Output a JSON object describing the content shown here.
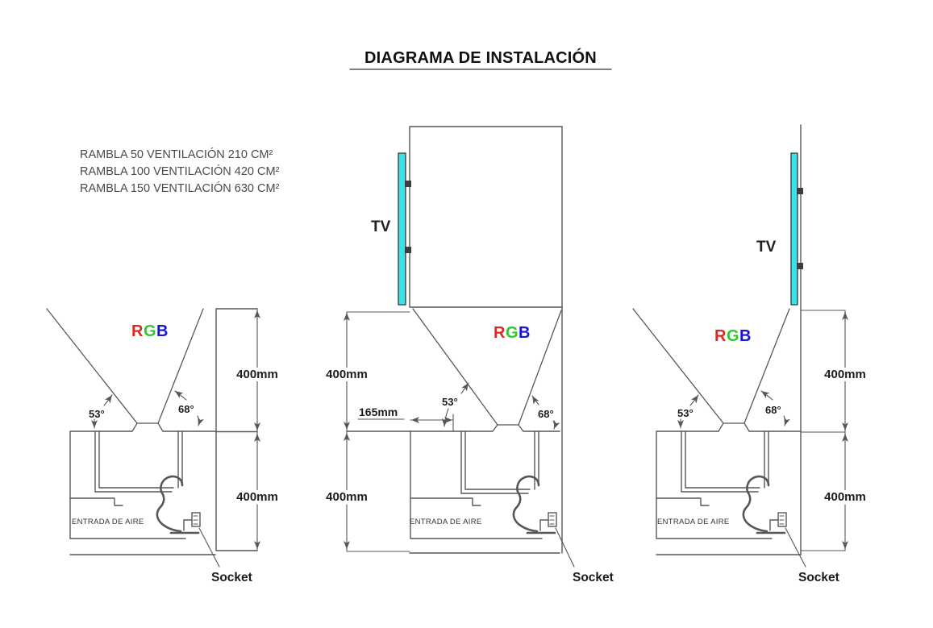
{
  "page": {
    "title": "DIAGRAMA DE INSTALACIÓN"
  },
  "notes": {
    "line1": "RAMBLA 50 VENTILACIÓN 210 CM²",
    "line2": "RAMBLA 100 VENTILACIÓN 420 CM²",
    "line3": "RAMBLA 150 VENTILACIÓN 630 CM²"
  },
  "diagrams": {
    "left": {
      "rgb_r": "R",
      "rgb_g": "G",
      "rgb_b": "B",
      "angle_left": "53°",
      "angle_right": "68°",
      "dim_top": "400mm",
      "dim_bottom": "400mm",
      "air_inlet": "ENTRADA DE AIRE",
      "socket": "Socket"
    },
    "center": {
      "tv": "TV",
      "rgb_r": "R",
      "rgb_g": "G",
      "rgb_b": "B",
      "angle_left": "53°",
      "angle_right": "68°",
      "dim_top": "400mm",
      "dim_bottom": "400mm",
      "dim_offset": "165mm",
      "air_inlet": "ENTRADA DE AIRE",
      "socket": "Socket"
    },
    "right": {
      "tv": "TV",
      "rgb_r": "R",
      "rgb_g": "G",
      "rgb_b": "B",
      "angle_left": "53°",
      "angle_right": "68°",
      "dim_top": "400mm",
      "dim_bottom": "400mm",
      "air_inlet": "ENTRADA DE AIRE",
      "socket": "Socket"
    }
  },
  "colors": {
    "line": "#575757",
    "text": "#1d1d1d",
    "tv_screen": "#3ae1e6",
    "rgb_red": "#d92b21",
    "rgb_green": "#2fc82f",
    "rgb_blue": "#1717cf"
  }
}
